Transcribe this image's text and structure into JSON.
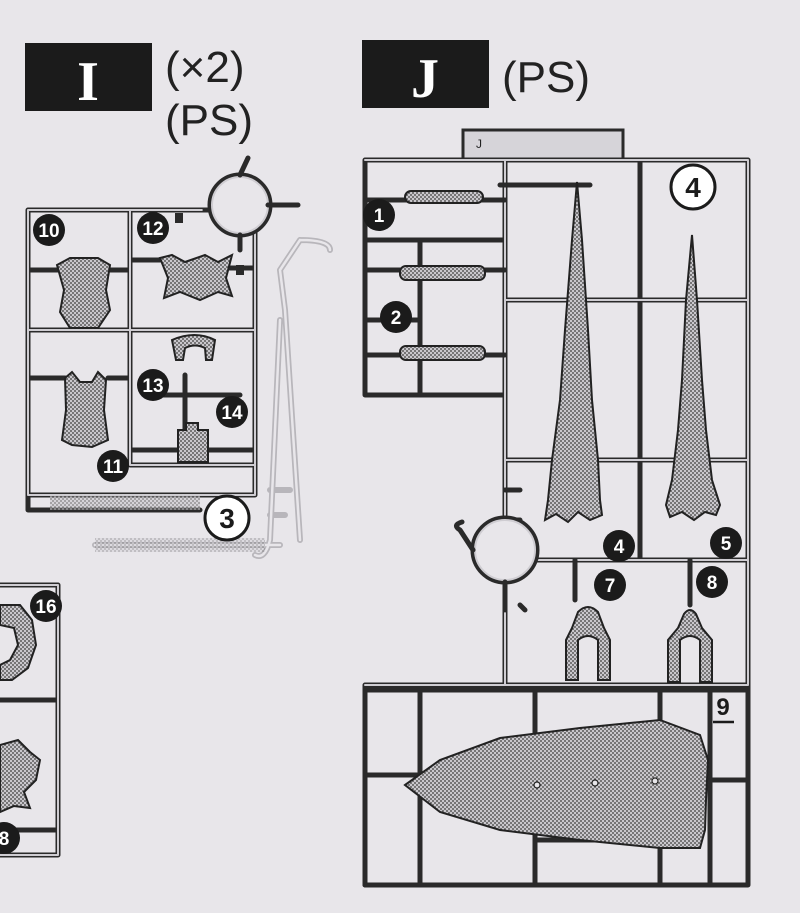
{
  "sprue_i": {
    "letter": "I",
    "quantity": "(×2)",
    "material": "(PS)",
    "parts": [
      "10",
      "12",
      "13",
      "14",
      "11"
    ],
    "ghost_part": "3"
  },
  "sprue_j": {
    "letter": "J",
    "material": "(PS)",
    "tag": "J",
    "parts": [
      "1",
      "2",
      "4",
      "5",
      "7",
      "8"
    ],
    "part_9": "9",
    "outlined_part": "4"
  },
  "partial_sprue": {
    "parts": [
      "16",
      "8"
    ]
  }
}
